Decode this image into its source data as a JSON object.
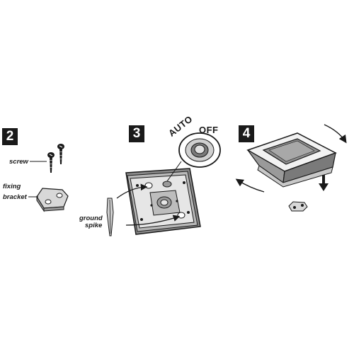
{
  "steps": [
    {
      "number": "2"
    },
    {
      "number": "3"
    },
    {
      "number": "4"
    }
  ],
  "labels": {
    "screw": "screw",
    "fixing_bracket_line1": "fixing",
    "fixing_bracket_line2": "bracket",
    "ground_spike_line1": "ground",
    "ground_spike_line2": "spike"
  },
  "switch": {
    "auto": "AUTO",
    "off": "OFF"
  },
  "colors": {
    "ink": "#1a1a1a",
    "panel_gray": "#9a9a9a",
    "light_gray": "#d8d8d8"
  },
  "icons": [
    "screw-icon",
    "fixing-bracket-icon",
    "ground-spike-icon",
    "solar-base-plate",
    "switch-zoom",
    "solar-lamp-head",
    "rotate-arrow-icon",
    "down-arrow-icon"
  ]
}
